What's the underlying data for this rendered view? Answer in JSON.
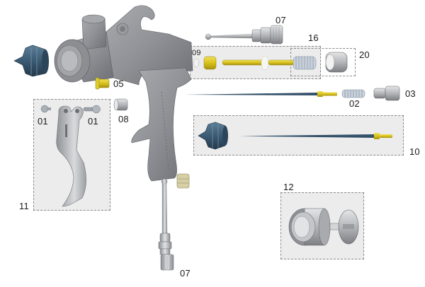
{
  "diagram": {
    "type": "exploded-parts-diagram",
    "subject": "spray gun",
    "colors": {
      "body": "#8f9196",
      "body_dark": "#6d6f74",
      "body_light": "#b9bbbf",
      "nozzle_blue": "#3b5a73",
      "brass_yellow": "#d8c21c",
      "box_fill": "#ececec",
      "box_border": "#8a8a8a",
      "silver": "#c9cbce"
    },
    "parts": [
      {
        "id": "p01a",
        "label": "01",
        "name": "pin (left)"
      },
      {
        "id": "p01b",
        "label": "01",
        "name": "pin (right)"
      },
      {
        "id": "p02",
        "label": "02",
        "name": "needle spring"
      },
      {
        "id": "p03",
        "label": "03",
        "name": "needle adjustment knob"
      },
      {
        "id": "p05",
        "label": "05",
        "name": "yellow bushing"
      },
      {
        "id": "p07a",
        "label": "07",
        "name": "fan adjustment valve (top)"
      },
      {
        "id": "p07b",
        "label": "07",
        "name": "air adjustment valve (bottom)"
      },
      {
        "id": "p08",
        "label": "08",
        "name": "fitting"
      },
      {
        "id": "p09",
        "label": "09",
        "name": "air valve kit"
      },
      {
        "id": "p10",
        "label": "10",
        "name": "nozzle and needle set"
      },
      {
        "id": "p11",
        "label": "11",
        "name": "trigger kit"
      },
      {
        "id": "p12",
        "label": "12",
        "name": "cup lid and strainer kit"
      },
      {
        "id": "p16",
        "label": "16",
        "name": "air valve spring"
      },
      {
        "id": "p20",
        "label": "20",
        "name": "air valve cap"
      }
    ]
  }
}
